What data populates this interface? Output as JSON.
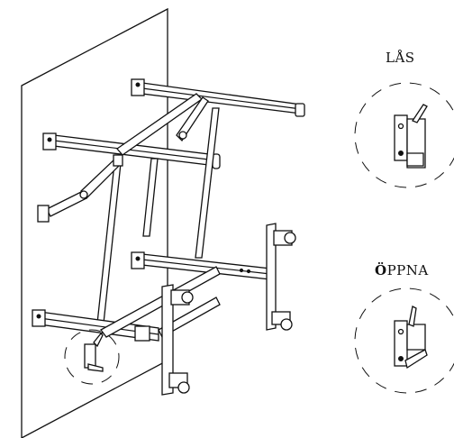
{
  "labels": {
    "lock": "LÅS",
    "open_first": "Ö",
    "open_rest": "PPNA"
  }
}
